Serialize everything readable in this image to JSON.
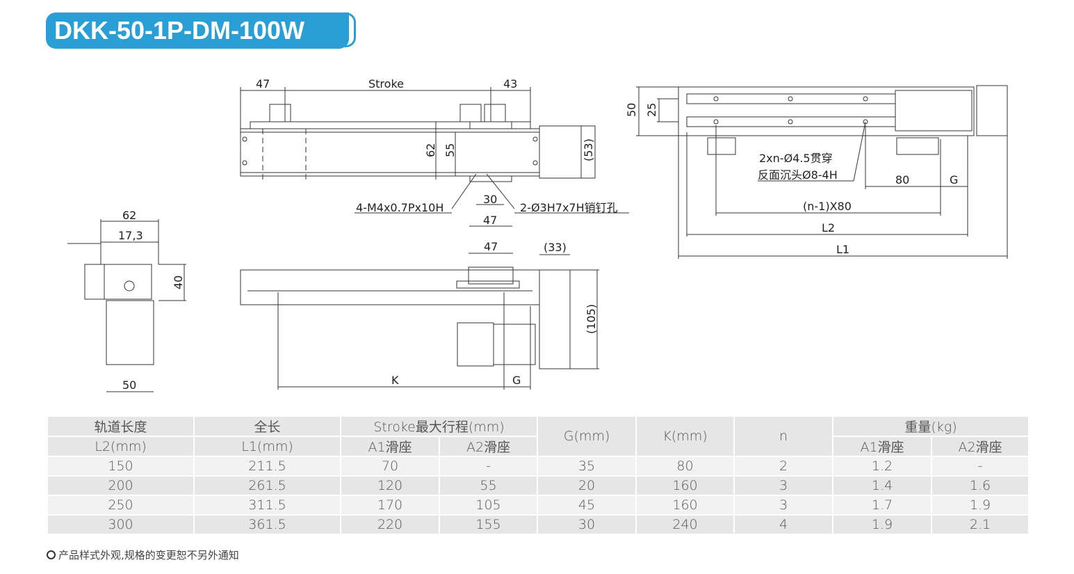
{
  "title": "DKK-50-1P-DM-100W",
  "drawing": {
    "top_view": {
      "dim_left": "47",
      "dim_stroke": "Stroke",
      "dim_right": "43",
      "dim_62": "62",
      "dim_55": "55",
      "dim_53": "(53)",
      "dim_30": "30",
      "dim_47": "47",
      "note_tap": "4-M4x0.7Px10H",
      "note_pin": "2-Ø3H7x7H销钉孔"
    },
    "end_view": {
      "dim_62": "62",
      "dim_17": "17,3",
      "dim_40": "40",
      "dim_50": "50"
    },
    "side_view": {
      "dim_47": "47",
      "dim_33": "(33)",
      "dim_105": "(105)",
      "dim_k": "K",
      "dim_g": "G"
    },
    "bottom_view": {
      "dim_50": "50",
      "dim_25": "25",
      "note_holes_1": "2xn-Ø4.5贯穿",
      "note_holes_2": "反面沉头Ø8-4H",
      "dim_80": "80",
      "dim_g": "G",
      "dim_pitch": "(n-1)X80",
      "dim_l2": "L2",
      "dim_l1": "L1"
    }
  },
  "table": {
    "header1": [
      "轨道长度",
      "全长",
      "Stroke最大行程(mm)",
      "G(mm)",
      "K(mm)",
      "n",
      "重量(kg)"
    ],
    "header2": [
      "L2(mm)",
      "L1(mm)",
      "A1滑座",
      "A2滑座",
      "A1滑座",
      "A2滑座"
    ],
    "rows": [
      [
        "150",
        "211.5",
        "70",
        "-",
        "35",
        "80",
        "2",
        "1.2",
        "-"
      ],
      [
        "200",
        "261.5",
        "120",
        "55",
        "20",
        "160",
        "3",
        "1.4",
        "1.6"
      ],
      [
        "250",
        "311.5",
        "170",
        "105",
        "45",
        "160",
        "3",
        "1.7",
        "1.9"
      ],
      [
        "300",
        "361.5",
        "220",
        "155",
        "30",
        "240",
        "4",
        "1.9",
        "2.1"
      ]
    ]
  },
  "note": "产品样式外观,规格的变更恕不另外通知",
  "colors": {
    "accent": "#2a9fd6"
  }
}
